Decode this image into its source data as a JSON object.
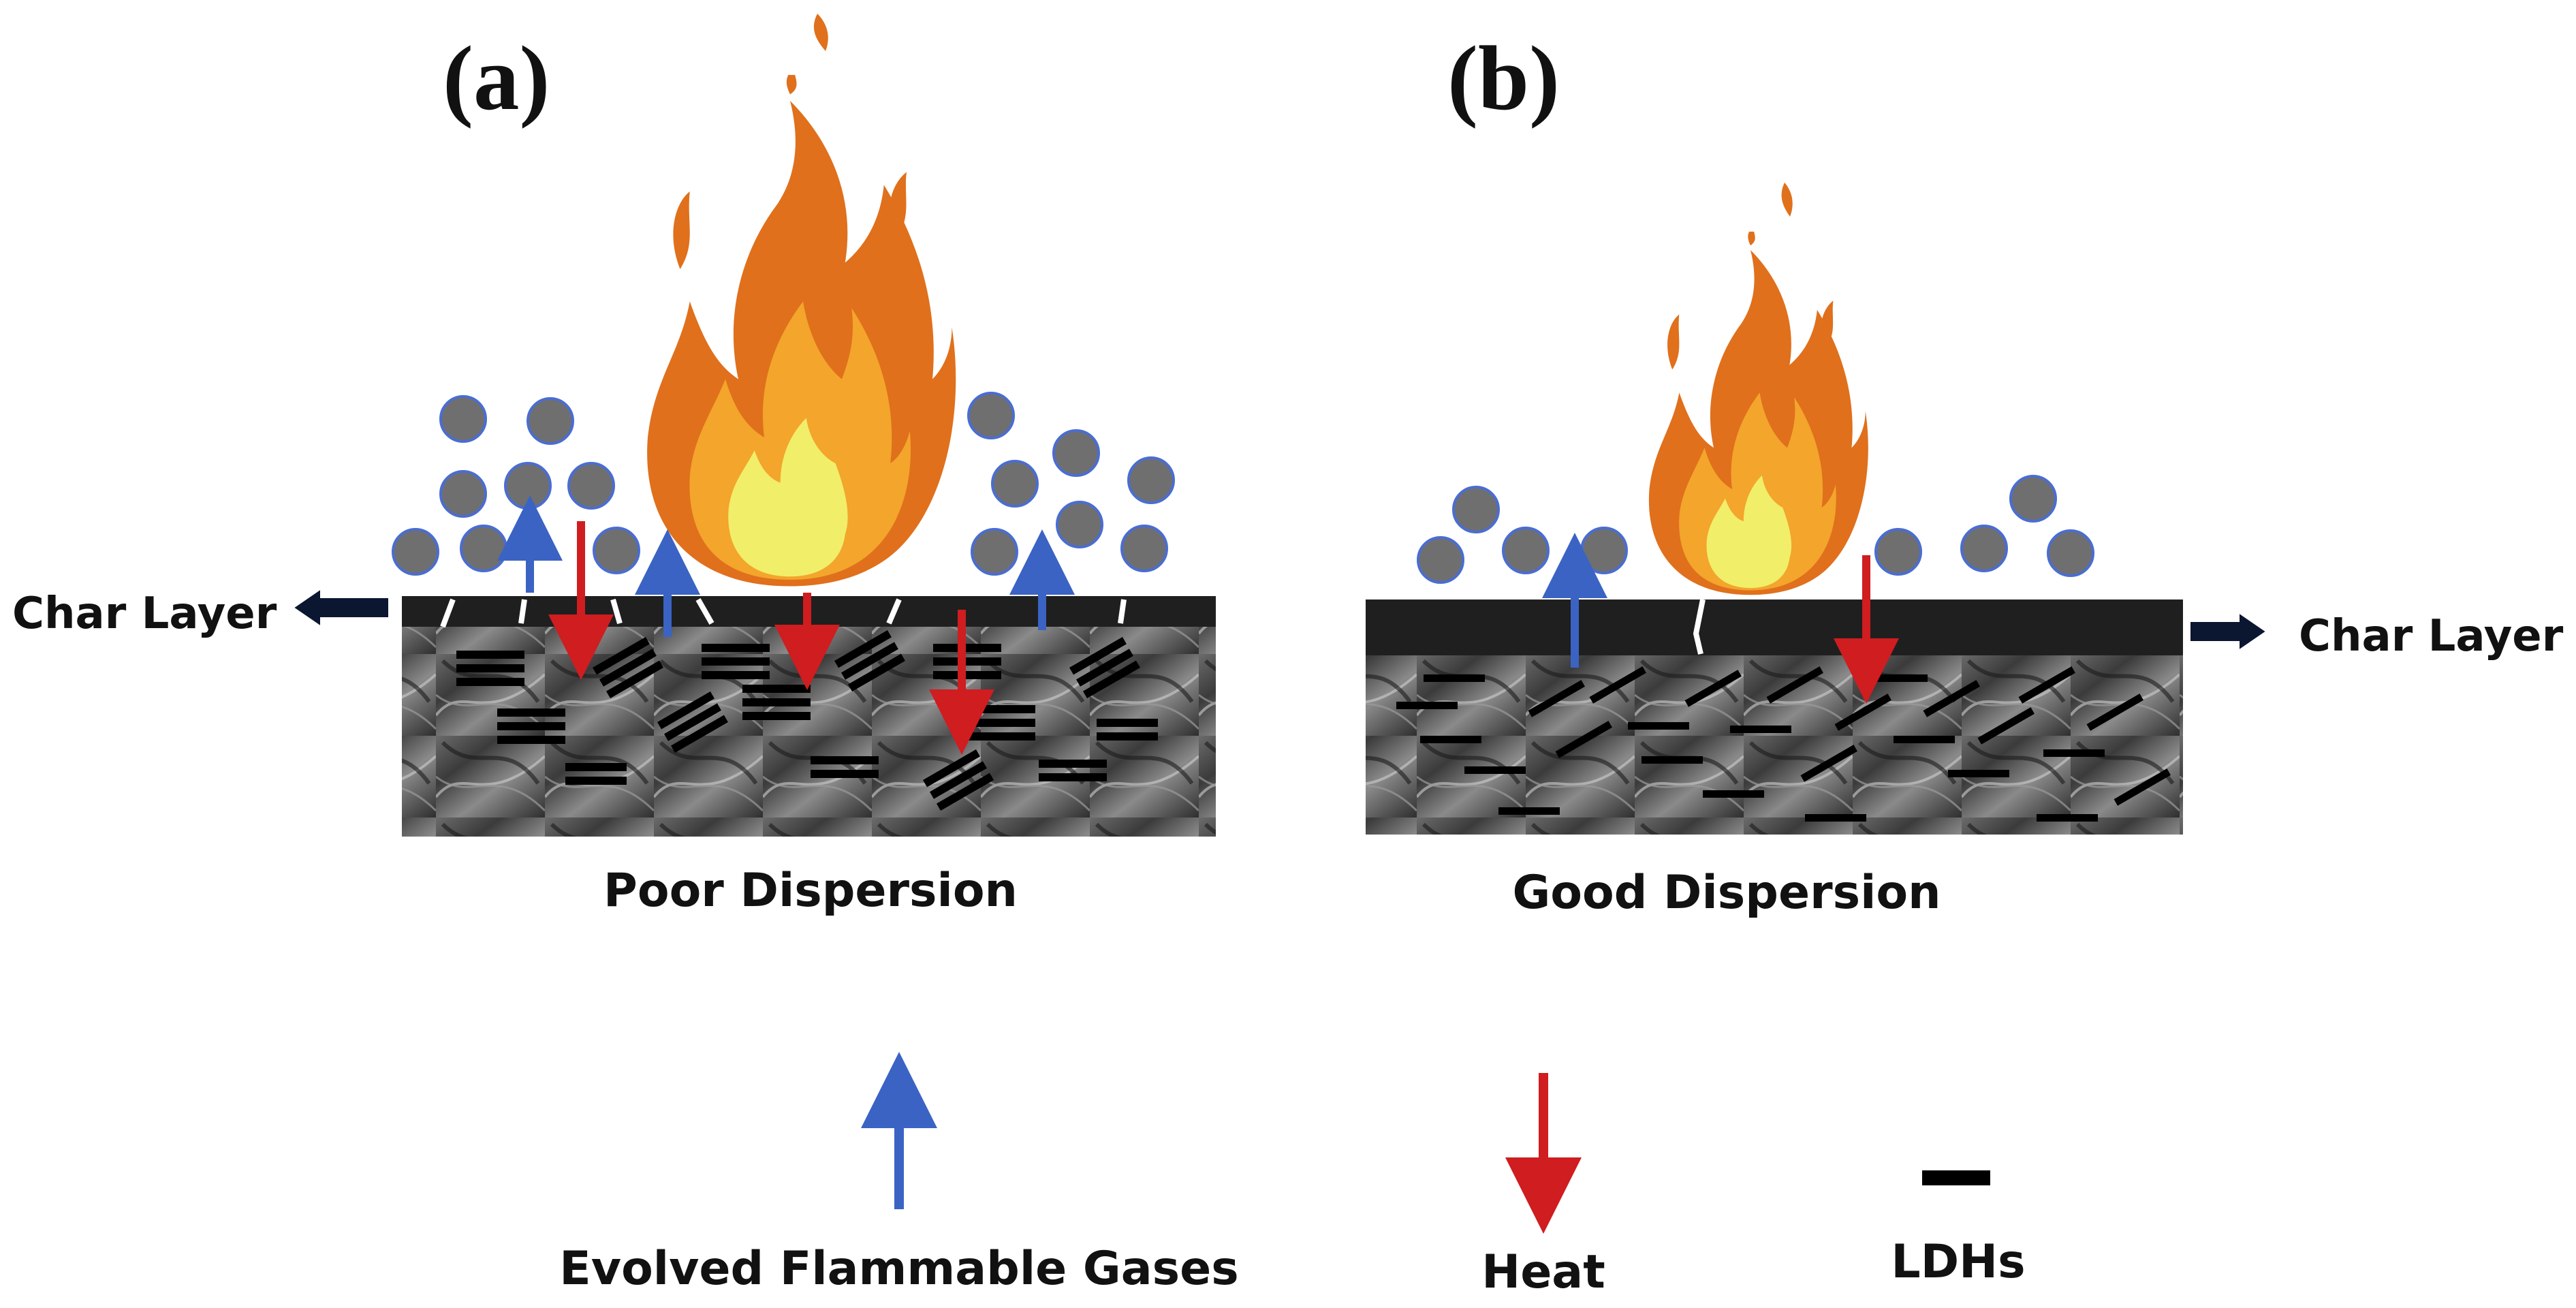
{
  "panels": {
    "a": {
      "label": "(a)",
      "char_layer_label": "Char Layer",
      "caption": "Poor Dispersion"
    },
    "b": {
      "label": "(b)",
      "char_layer_label": "Char Layer",
      "caption": "Good Dispersion"
    }
  },
  "legend": {
    "gases": "Evolved Flammable Gases",
    "heat": "Heat",
    "ldh": "LDHs"
  },
  "colors": {
    "gas_arrow": "#3a63c4",
    "heat_arrow": "#cf1d20",
    "char_layer": "#1f1f1f",
    "bubble": "#6f6f6f",
    "bubble_stroke": "#4a6dd0",
    "flame_outer": "#e0701c",
    "flame_mid": "#f3a52c",
    "flame_inner": "#f1ee6a",
    "ldh": "#000000"
  }
}
